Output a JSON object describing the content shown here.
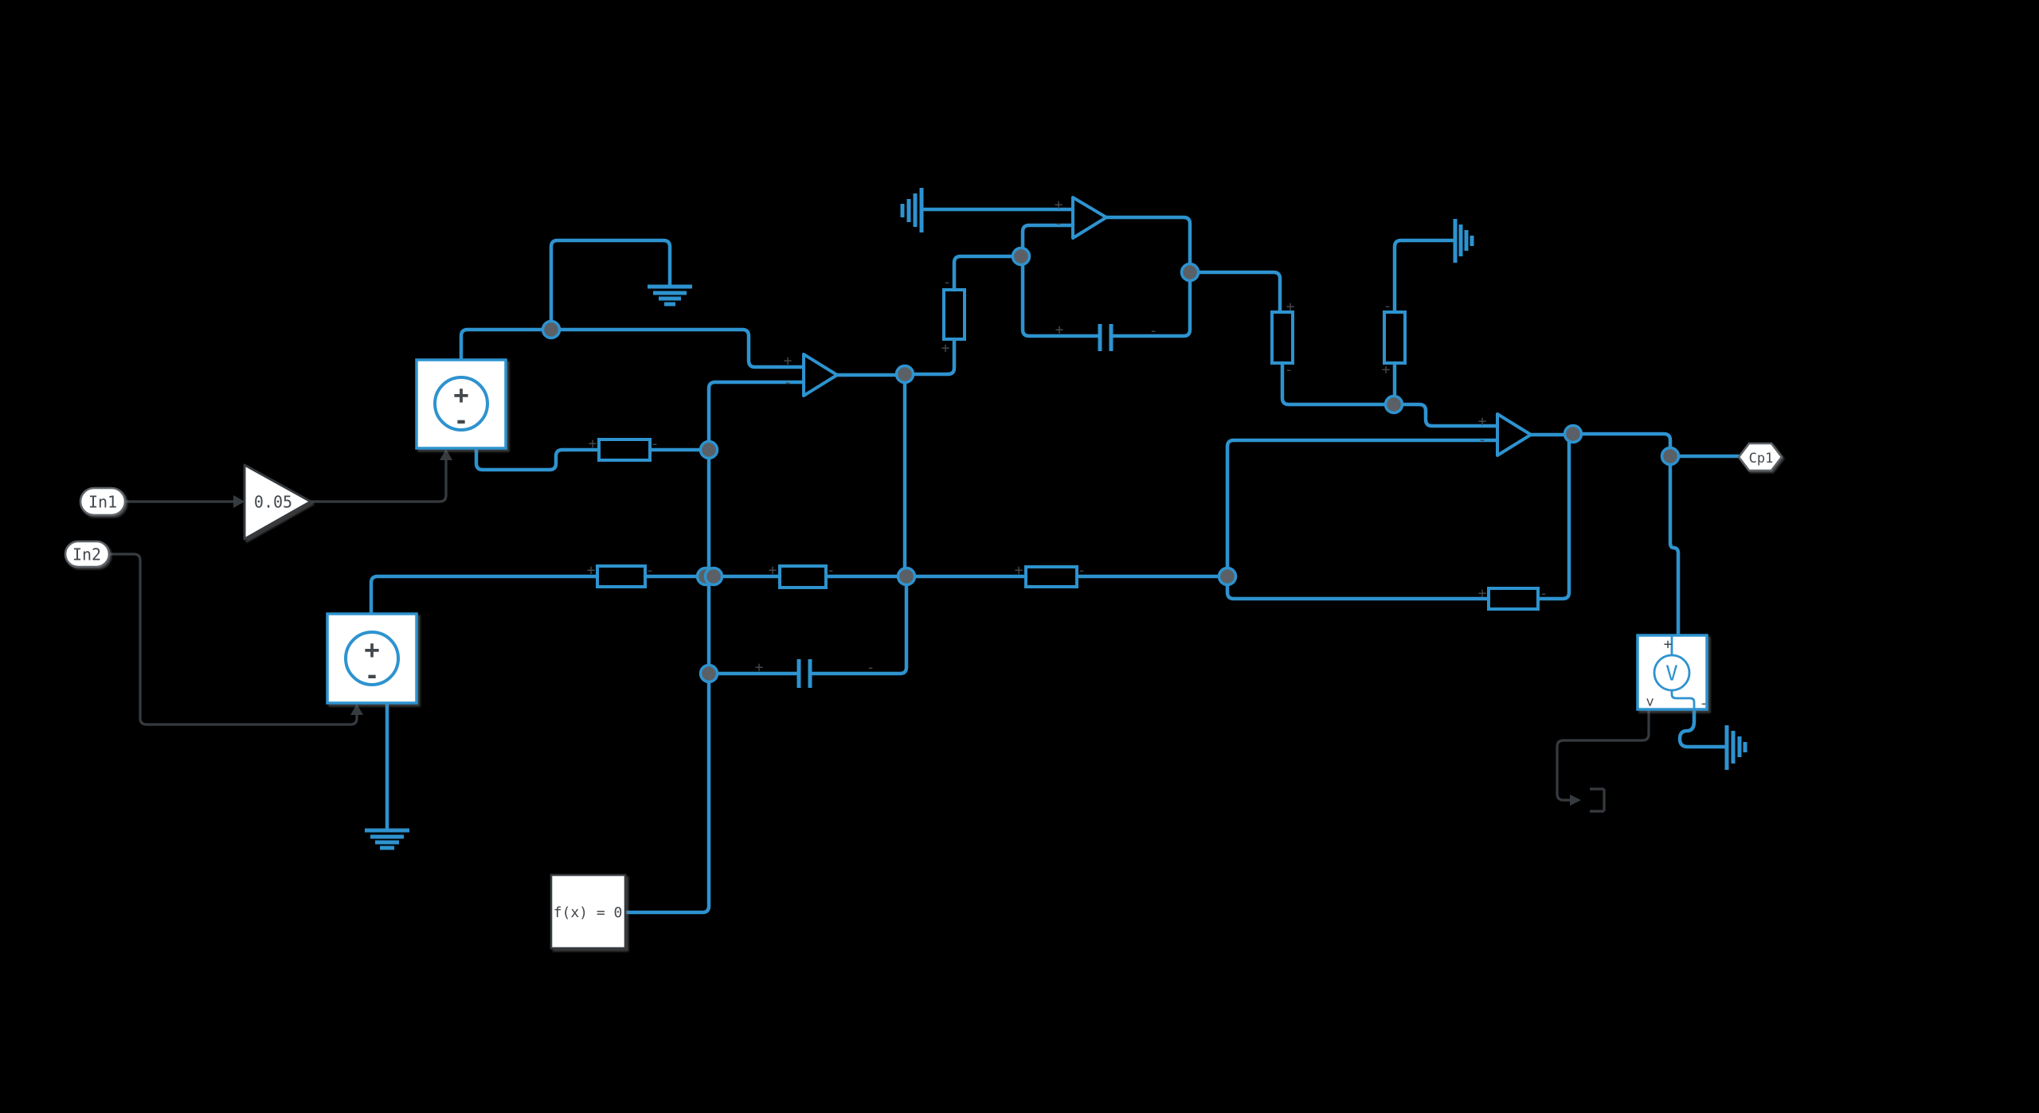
{
  "colors": {
    "background": "#000000",
    "wire": "#2E93CF",
    "signal": "#363B40",
    "glyph": "#43484D",
    "node_fill": "#5A6065",
    "block_fill": "#FFFFFF",
    "tag_border": "#5E6368"
  },
  "labels": {
    "in1": "In1",
    "in2": "In2",
    "gain": "0.05",
    "solver": "f(x) = 0",
    "output_tag": "Cp1",
    "sensor": "V"
  },
  "symbols": {
    "plus": "+",
    "minus": "-",
    "port_arrow": ">"
  }
}
